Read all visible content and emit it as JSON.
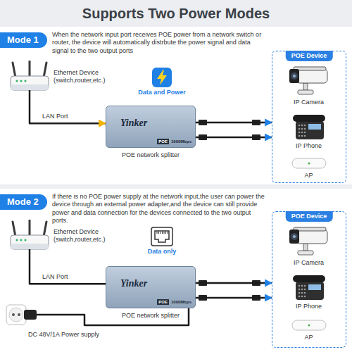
{
  "diagram": {
    "title": "Supports Two Power Modes",
    "nodes": [
      {
        "text": [
          "When the network input port receives POE power from a network switch or router, the device will automatically distrbute the power signal and data signal to the two output ports"
        ]
      },
      {
        "text": [
          "Mode 1"
        ],
        "in": 0
      },
      {
        "text": [
          "Ethernet Device (switch,router,etc.)"
        ],
        "in": 0
      },
      {
        "text": [
          "Yinker",
          "POE",
          "1000Mbps",
          "POE network splitter"
        ],
        "in": 0
      },
      {
        "text": [
          "POE Device"
        ],
        "in": 0
      },
      {
        "text": [
          "IP Camera"
        ],
        "in": 4
      },
      {
        "text": [
          "IP Phone"
        ],
        "in": 4
      },
      {
        "text": [
          "AP"
        ],
        "in": 4
      },
      {
        "text": [
          "If there is no POE power supply at the network input,the user can power the device through an external power adapter,and the device can still provide power and data connection for the devices connected to the two output ports."
        ]
      },
      {
        "text": [
          "Mode 2"
        ],
        "in": 8
      },
      {
        "text": [
          "Ethernet Device (switch,router,etc.)"
        ],
        "in": 8
      },
      {
        "text": [
          "Yinker",
          "POE",
          "1000Mbps",
          "POE network splitter"
        ],
        "in": 8
      },
      {
        "text": [
          "DC 48V/1A Power supply"
        ],
        "in": 8
      },
      {
        "text": [
          "POE Device"
        ],
        "in": 8
      },
      {
        "text": [
          "IP Camera"
        ],
        "in": 13
      },
      {
        "text": [
          "IP Phone"
        ],
        "in": 13
      },
      {
        "text": [
          "AP"
        ],
        "in": 13
      }
    ],
    "edges": [
      {
        "from": 2,
        "to": 3,
        "label": "LAN Port",
        "arrow": "to"
      },
      {
        "from": 3,
        "to": 4,
        "arrow": "to"
      },
      {
        "from": 3,
        "to": 4,
        "arrow": "to"
      },
      {
        "from": 10,
        "to": 11,
        "label": "LAN Port",
        "arrow": "none"
      },
      {
        "from": 12,
        "to": 11,
        "arrow": "none"
      },
      {
        "from": 11,
        "to": 13,
        "arrow": "to"
      },
      {
        "from": 11,
        "to": 13,
        "arrow": "to"
      }
    ],
    "labels": [
      "Data and Power",
      "Data only"
    ]
  }
}
